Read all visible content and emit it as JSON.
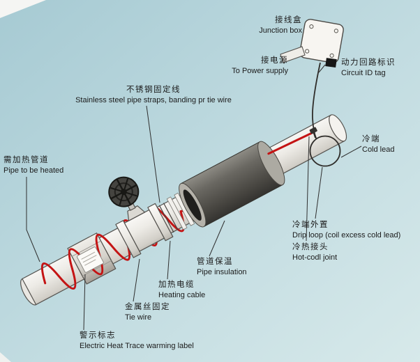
{
  "diagram": {
    "subject": "Electric heat trace cable installation on a pipe",
    "colors": {
      "background_start": "#a6cad3",
      "background_end": "#d7e9ea",
      "pipe": "#edebe6",
      "insulation": "#484641",
      "heating_cable": "#c41414",
      "cold_lead_wire": "#2f2d2a",
      "label_text": "#1b1b1b"
    }
  },
  "labels": {
    "junction_box": {
      "zh": "接线盒",
      "en": "Junction box"
    },
    "to_power_supply": {
      "zh": "接电源",
      "en": "To Power supply"
    },
    "circuit_id_tag": {
      "zh": "动力回路标识",
      "en": "Circuit ID tag"
    },
    "pipe_straps": {
      "zh": "不锈钢固定线",
      "en": "Stainless steel pipe straps, banding pr tie wire"
    },
    "pipe_to_be_heated": {
      "zh": "需加热管道",
      "en": "Pipe to be heated"
    },
    "cold_lead": {
      "zh": "冷端",
      "en": "Cold lead"
    },
    "drip_loop": {
      "zh": "冷端外置",
      "en": "Drip loop (coil excess cold lead)"
    },
    "hot_cold_joint": {
      "zh": "冷热接头",
      "en": "Hot-codl joint"
    },
    "pipe_insulation": {
      "zh": "管道保温",
      "en": "Pipe insulation"
    },
    "heating_cable": {
      "zh": "加热电缆",
      "en": "Heating cable"
    },
    "tie_wire": {
      "zh": "金属丝固定",
      "en": "Tie wire"
    },
    "warning_label": {
      "zh": "警示标志",
      "en": "Electric Heat Trace warming label"
    }
  }
}
